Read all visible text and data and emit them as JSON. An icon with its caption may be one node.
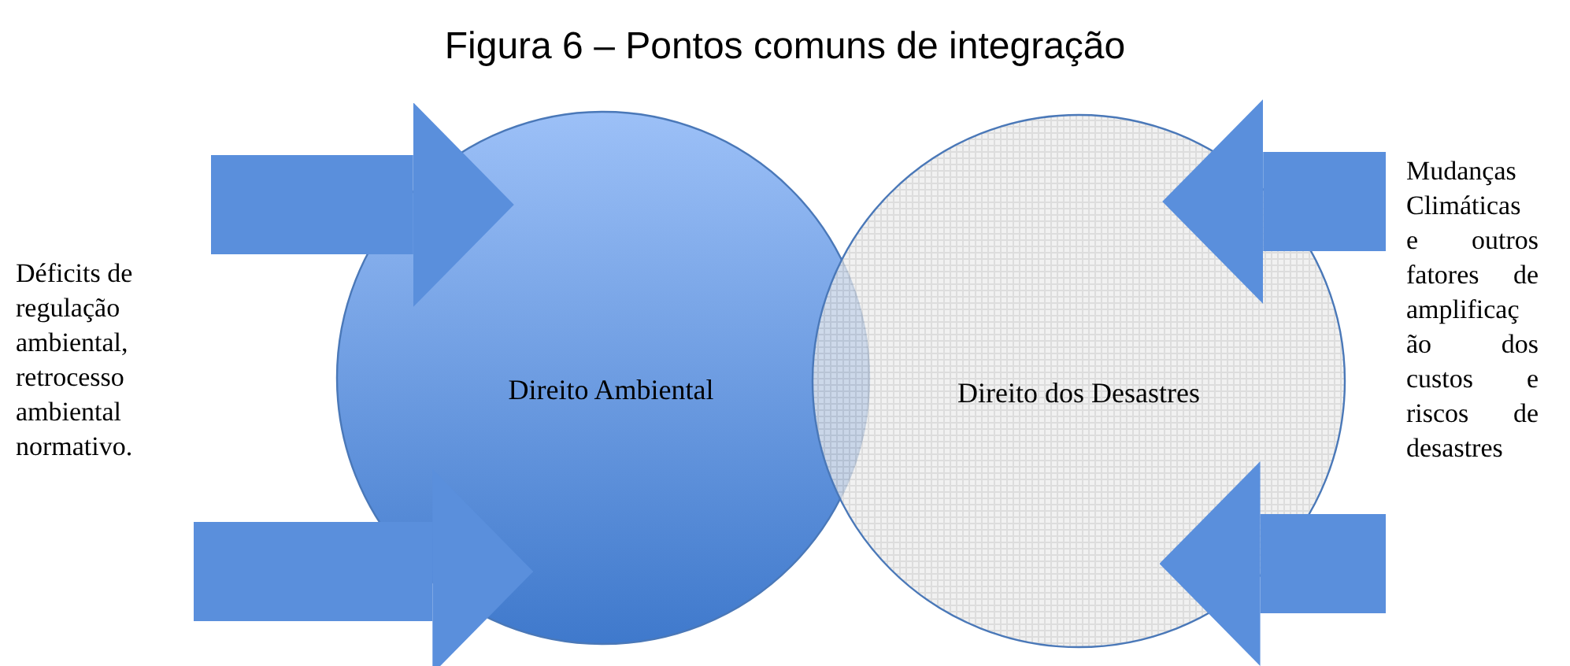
{
  "diagram": {
    "title": "Figura 6 – Pontos comuns de integração",
    "nodes": [
      {
        "text": [
          "Direito Ambiental"
        ]
      },
      {
        "text": [
          "Direito dos Desastres"
        ]
      }
    ],
    "edges": [
      {
        "from": null,
        "to": 0,
        "arrow": "to"
      },
      {
        "from": null,
        "to": 0,
        "arrow": "to"
      },
      {
        "from": null,
        "to": 1,
        "arrow": "to"
      },
      {
        "from": null,
        "to": 1,
        "arrow": "to"
      }
    ],
    "labels": [
      "Déficits de regulação ambiental, retrocesso ambiental normativo.",
      "Mudanças Climáticas e outros fatores de amplificaç ão dos custos e riscos de desastres"
    ]
  }
}
